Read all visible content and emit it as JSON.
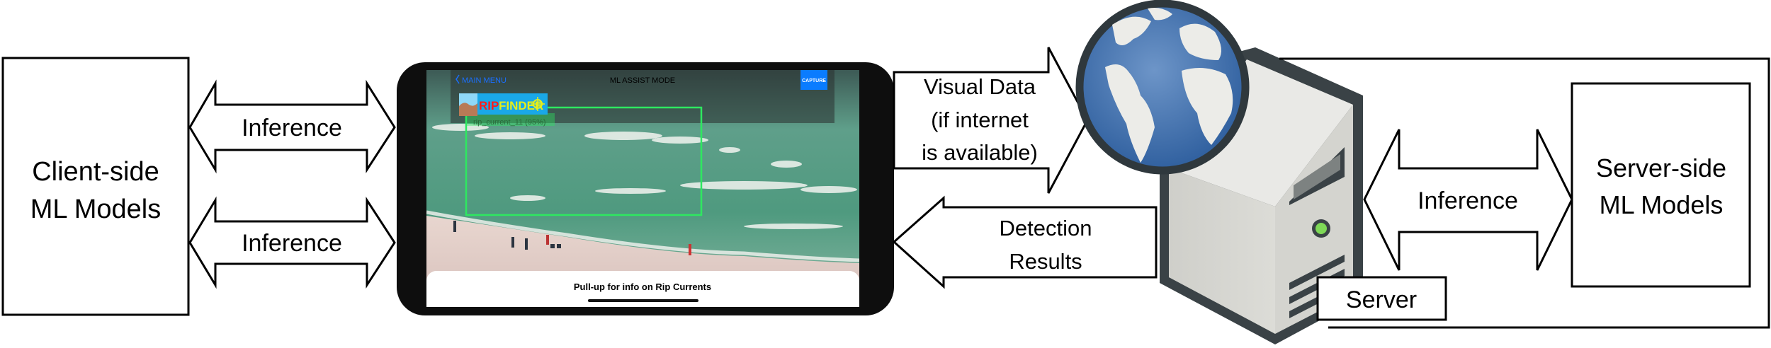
{
  "client_box": {
    "line1": "Client-side",
    "line2": "ML Models"
  },
  "client_arrows": [
    {
      "label": "Inference"
    },
    {
      "label": "Inference"
    }
  ],
  "phone": {
    "back_label": "MAIN MENU",
    "mode_title": "ML ASSIST MODE",
    "capture_label": "CAPTURE",
    "logo": {
      "part1": "RIP",
      "part2": "FINDER"
    },
    "detection_label": "rip_current_11  (95%)",
    "bottom_sheet_text": "Pull-up for info on Rip Currents",
    "colors": {
      "detection_box": "#2ee860",
      "capture_button": "#0a7cff",
      "logo_bg": "#1aa8e8"
    }
  },
  "visual_data_arrow": {
    "line1": "Visual Data",
    "line2": "(if internet",
    "line3": "is available)"
  },
  "detection_arrow": {
    "line1": "Detection",
    "line2": "Results"
  },
  "server": {
    "label": "Server",
    "icons": [
      "globe-icon",
      "server-tower-icon"
    ],
    "colors": {
      "globe": "#3c6aa8",
      "led": "#7ed957"
    }
  },
  "server_arrow": {
    "label": "Inference"
  },
  "server_box": {
    "line1": "Server-side",
    "line2": "ML Models"
  }
}
